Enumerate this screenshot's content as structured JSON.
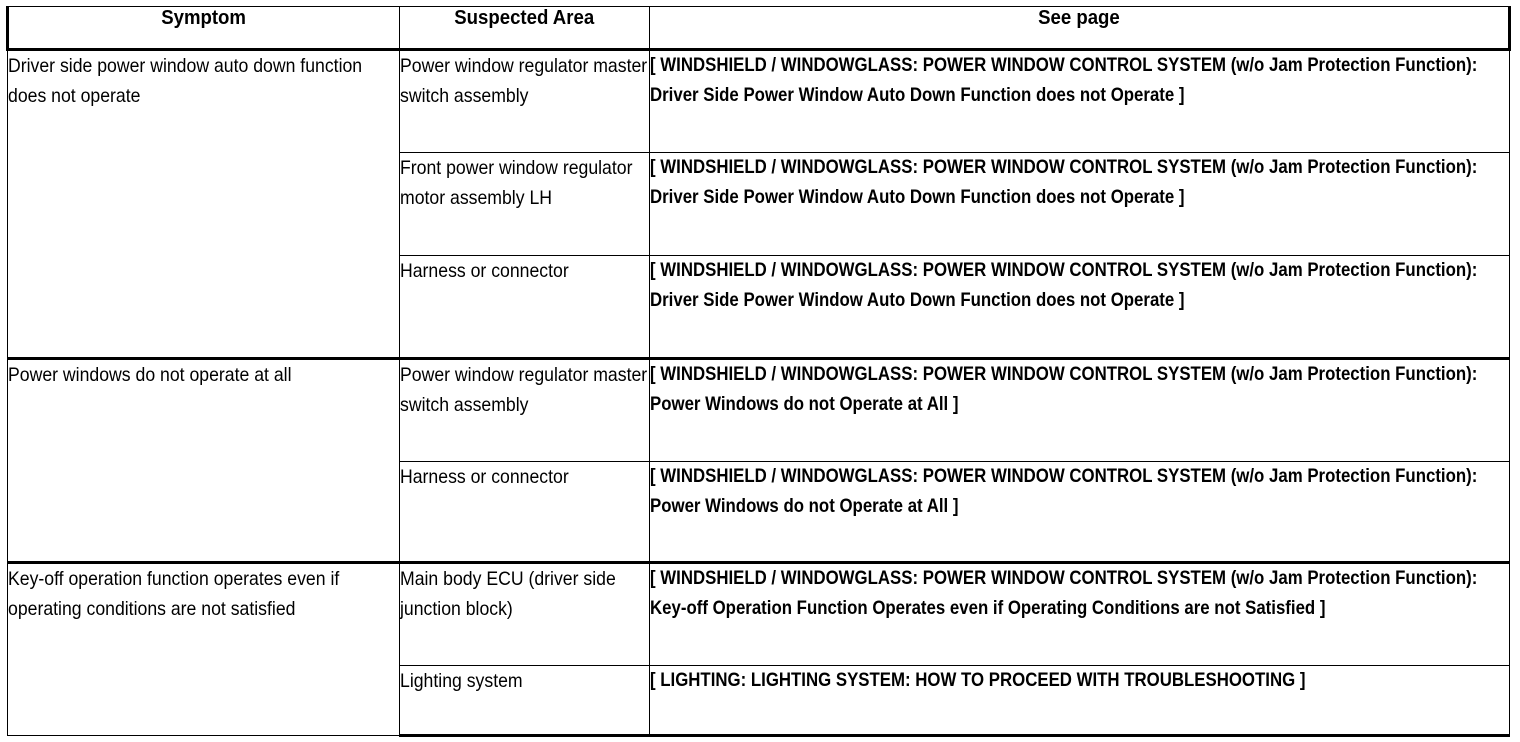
{
  "table": {
    "headers": {
      "symptom": "Symptom",
      "suspected_area": "Suspected Area",
      "see_page": "See page"
    },
    "groups": [
      {
        "symptom": "Driver side power window auto down function does not operate",
        "rows": [
          {
            "suspected_area": "Power window regulator master switch assembly",
            "see_page": "[ WINDSHIELD / WINDOWGLASS: POWER WINDOW CONTROL SYSTEM (w/o Jam Protection Function): Driver Side Power Window Auto Down Function does not Operate ]"
          },
          {
            "suspected_area": "Front power window regulator motor assembly LH",
            "see_page": "[ WINDSHIELD / WINDOWGLASS: POWER WINDOW CONTROL SYSTEM (w/o Jam Protection Function): Driver Side Power Window Auto Down Function does not Operate ]"
          },
          {
            "suspected_area": "Harness or connector",
            "see_page": "[ WINDSHIELD / WINDOWGLASS: POWER WINDOW CONTROL SYSTEM (w/o Jam Protection Function): Driver Side Power Window Auto Down Function does not Operate ]"
          }
        ]
      },
      {
        "symptom": "Power windows do not operate at all",
        "rows": [
          {
            "suspected_area": "Power window regulator master switch assembly",
            "see_page": "[ WINDSHIELD / WINDOWGLASS: POWER WINDOW CONTROL SYSTEM (w/o Jam Protection Function): Power Windows do not Operate at All ]"
          },
          {
            "suspected_area": "Harness or connector",
            "see_page": "[ WINDSHIELD / WINDOWGLASS: POWER WINDOW CONTROL SYSTEM (w/o Jam Protection Function): Power Windows do not Operate at All ]"
          }
        ]
      },
      {
        "symptom": "Key-off operation function operates even if operating conditions are not satisfied",
        "rows": [
          {
            "suspected_area": "Main body ECU (driver side junction block)",
            "see_page": "[ WINDSHIELD / WINDOWGLASS: POWER WINDOW CONTROL SYSTEM (w/o Jam Protection Function): Key-off Operation Function Operates even if Operating Conditions are not Satisfied ]"
          },
          {
            "suspected_area": "Lighting system",
            "see_page": "[ LIGHTING: LIGHTING SYSTEM: HOW TO PROCEED WITH TROUBLESHOOTING ]"
          }
        ]
      }
    ]
  },
  "colors": {
    "border": "#000000",
    "background": "#ffffff",
    "text": "#000000"
  }
}
